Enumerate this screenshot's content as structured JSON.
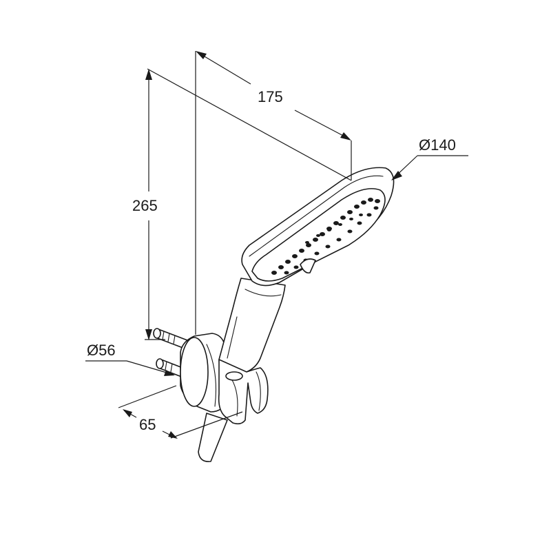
{
  "dimensions": {
    "width": "175",
    "height": "265",
    "head_diameter": "Ø140",
    "holder_diameter": "Ø56",
    "projection": "65"
  },
  "colors": {
    "line": "#1a1a1a",
    "background": "#ffffff"
  }
}
